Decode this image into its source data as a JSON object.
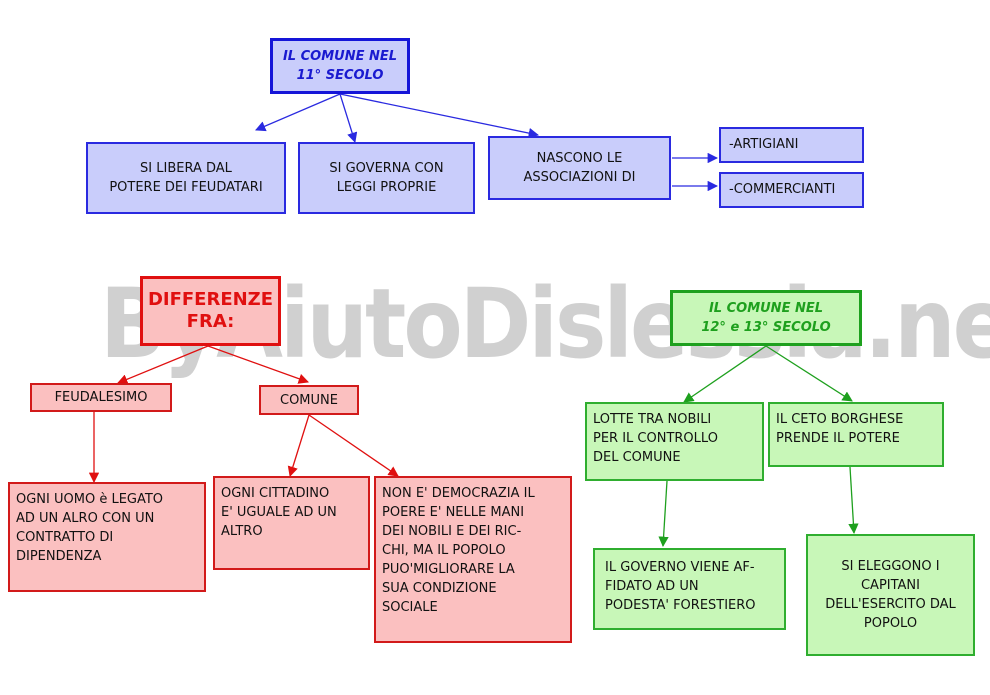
{
  "watermark": "ByAiutoDislessia.net",
  "top": {
    "root": "IL COMUNE NEL\n11° SECOLO",
    "b1": "SI LIBERA DAL\nPOTERE DEI FEUDATARI",
    "b2": "SI GOVERNA CON\nLEGGI PROPRIE",
    "b3": "NASCONO LE\nASSOCIAZIONI DI",
    "b4": "-ARTIGIANI",
    "b5": "-COMMERCIANTI"
  },
  "left": {
    "root": "DIFFERENZE\nFRA:",
    "feud": "FEUDALESIMO",
    "comune": "COMUNE",
    "c1": "OGNI UOMO è LEGATO\nAD UN ALRO CON UN\nCONTRATTO DI\nDIPENDENZA",
    "c2": "OGNI CITTADINO\nE' UGUALE AD UN\nALTRO",
    "c3": "NON E' DEMOCRAZIA IL\nPOERE E' NELLE MANI\nDEI NOBILI E DEI RIC-\nCHI, MA IL POPOLO\nPUO'MIGLIORARE LA\nSUA CONDIZIONE\nSOCIALE"
  },
  "right": {
    "root": "IL COMUNE NEL\n12° e 13° SECOLO",
    "g1": "LOTTE TRA NOBILI\nPER IL CONTROLLO\nDEL COMUNE",
    "g2": "IL CETO BORGHESE\nPRENDE IL POTERE",
    "g3": "IL GOVERNO VIENE AF-\nFIDATO AD UN\nPODESTA' FORESTIERO",
    "g4": "SI ELEGGONO I\nCAPITANI\nDELL'ESERCITO DAL\nPOPOLO"
  },
  "colors": {
    "blue": "#2a2ae0",
    "red": "#e01010",
    "green": "#1ea01e"
  }
}
